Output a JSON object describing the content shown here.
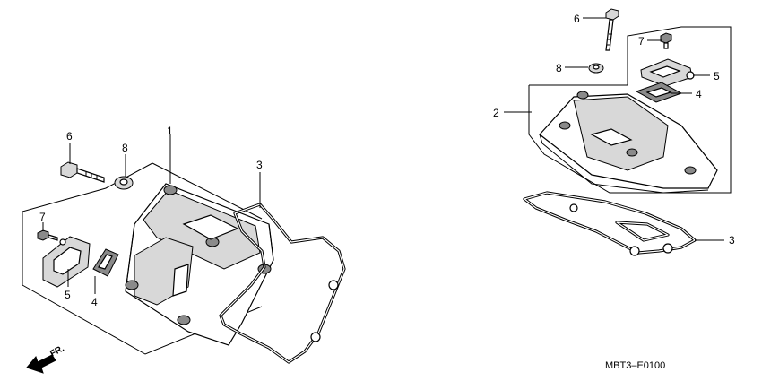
{
  "diagram": {
    "drawing_code": "MBT3–E0100",
    "direction_arrow_text": "FR.",
    "callouts_left": [
      {
        "id": "c1",
        "text": "1"
      },
      {
        "id": "c3",
        "text": "3"
      },
      {
        "id": "c4",
        "text": "4"
      },
      {
        "id": "c5",
        "text": "5"
      },
      {
        "id": "c6",
        "text": "6"
      },
      {
        "id": "c7",
        "text": "7"
      },
      {
        "id": "c8",
        "text": "8"
      }
    ],
    "callouts_right": [
      {
        "id": "c2",
        "text": "2"
      },
      {
        "id": "c3",
        "text": "3"
      },
      {
        "id": "c4",
        "text": "4"
      },
      {
        "id": "c5",
        "text": "5"
      },
      {
        "id": "c6",
        "text": "6"
      },
      {
        "id": "c7",
        "text": "7"
      },
      {
        "id": "c8",
        "text": "8"
      }
    ]
  }
}
